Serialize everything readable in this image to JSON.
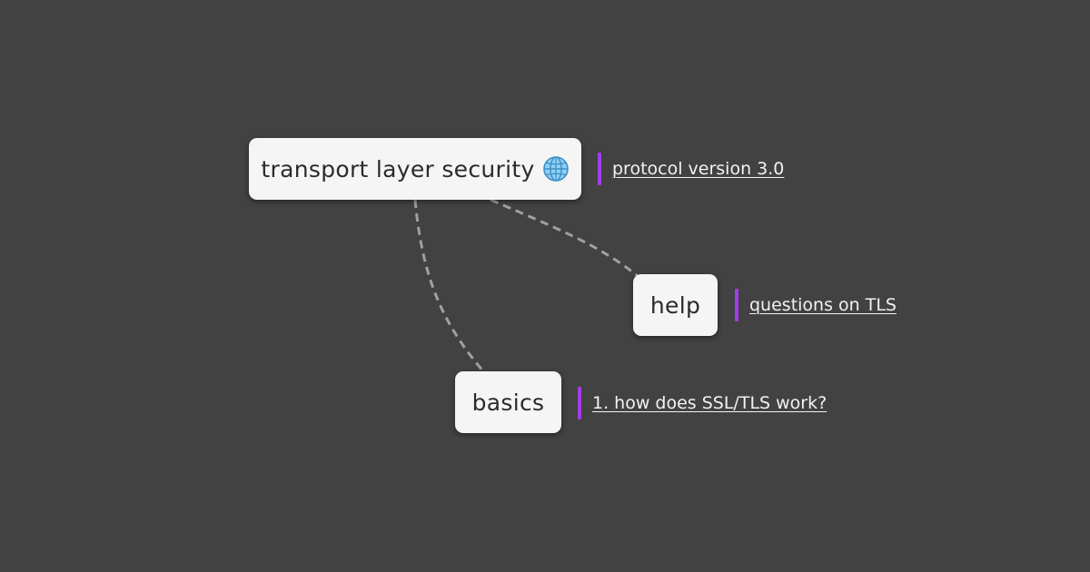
{
  "mindmap": {
    "root": {
      "label": "transport layer security",
      "icon": "globe-icon",
      "link": "protocol version 3.0"
    },
    "children": [
      {
        "label": "help",
        "link": "questions on TLS"
      },
      {
        "label": "basics",
        "link": "1. how does SSL/TLS work?"
      }
    ]
  },
  "colors": {
    "background": "#424242",
    "node": "#f5f5f5",
    "accent_bar": "#a23ee8",
    "edge": "#a0a0a0"
  }
}
